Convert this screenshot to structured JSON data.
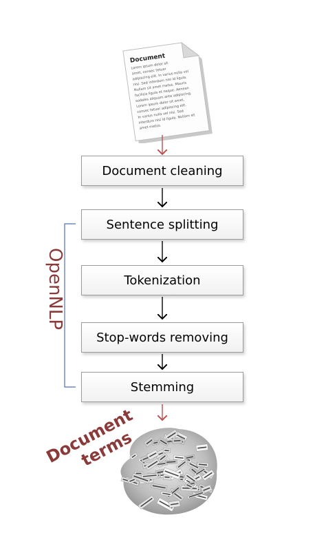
{
  "document_icon": {
    "title": "Document",
    "body_lines": [
      "Lorem ipsum dolor sit",
      "amet, consec tetuer",
      "adipiscing elit. In varius nulla vel",
      "nisi. Sed interdum nisi id ligula.",
      "Nullam sit amet metus. Mauris",
      "facilisis ligula et neque. Aenean",
      "sodales aliquam ante adipiscing.",
      "Lorem ipsum dolor sit amet,",
      "consec tetuer adipiscing elit.",
      "In varius nulla vel nisi. Sed",
      "interdum nisi id ligula. Nullam sit",
      "amet metus."
    ]
  },
  "steps": [
    {
      "label": "Document cleaning"
    },
    {
      "label": "Sentence splitting"
    },
    {
      "label": "Tokenization"
    },
    {
      "label": "Stop-words removing"
    },
    {
      "label": "Stemming"
    }
  ],
  "group_label": "OpenNLP",
  "output_label": {
    "line1": "Document",
    "line2": "terms"
  },
  "colors": {
    "accent": "#8b3a3a",
    "bracket": "#4f6fb0",
    "arrow_red": "#c0504d",
    "arrow_dark": "#000000"
  }
}
